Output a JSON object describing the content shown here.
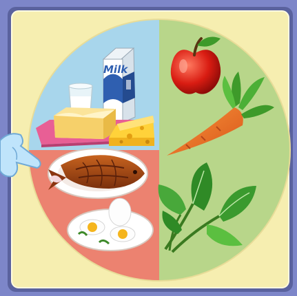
{
  "colors": {
    "frame": "#7d86c9",
    "panel": "#f6eeb0",
    "dairy_quadrant": "#a8d6ec",
    "protein_quadrant": "#ec8270",
    "produce_half": "#b8d68a"
  },
  "plate": {
    "quadrants": [
      "dairy",
      "protein",
      "fruit-and-vegetables"
    ]
  },
  "milk_carton": {
    "label": "Milk"
  },
  "icons": [
    "pointing-hand-icon",
    "apple-icon",
    "carrot-icon",
    "leafy-greens-icon",
    "milk-carton-icon",
    "glass-of-milk-icon",
    "butter-icon",
    "cheese-icon",
    "roast-fish-icon",
    "boiled-eggs-icon"
  ]
}
